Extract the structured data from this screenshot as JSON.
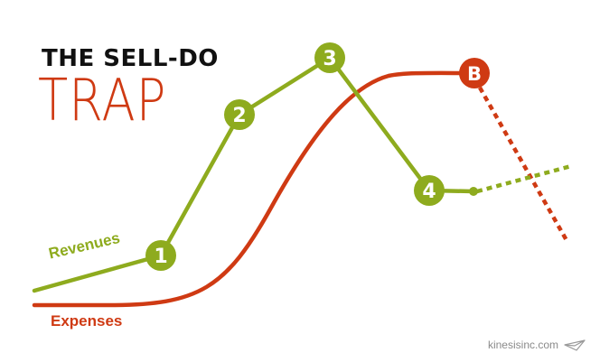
{
  "title": {
    "line1": "THE SELL-DO",
    "line2": "TRAP"
  },
  "labels": {
    "revenues": "Revenues",
    "expenses": "Expenses"
  },
  "credit": "kinesisinc.com",
  "colors": {
    "revenue": "#8eab1e",
    "expense": "#cf3a13",
    "title": "#111111",
    "credit": "#8a8a8a"
  },
  "markers": {
    "revenue": [
      "1",
      "2",
      "3",
      "4"
    ],
    "expense": [
      "B"
    ]
  }
}
